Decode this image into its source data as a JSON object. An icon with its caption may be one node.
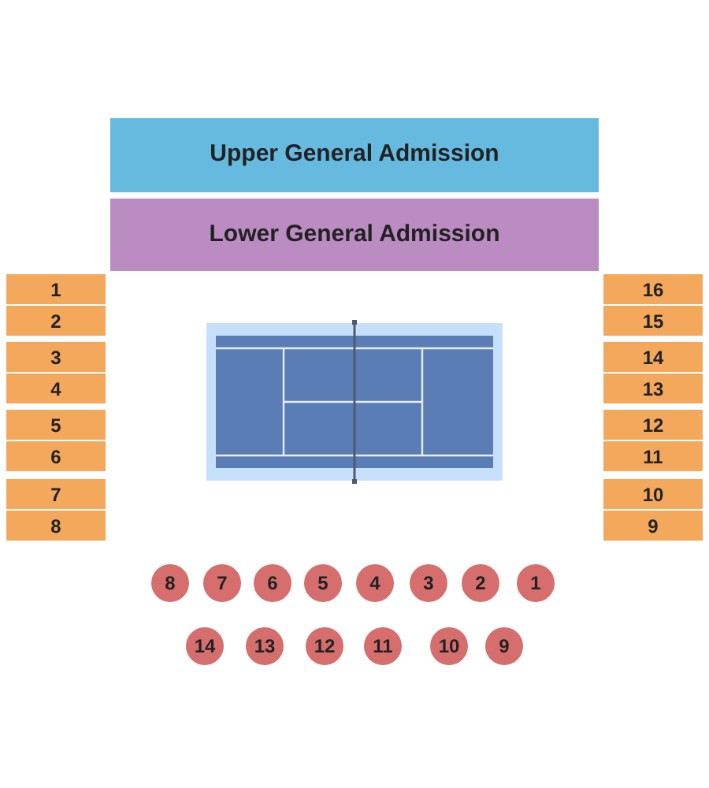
{
  "diagram": {
    "nodes": [
      {
        "text": [
          "Upper General Admission"
        ]
      },
      {
        "text": [
          "Lower General Admission"
        ]
      },
      {
        "text": [
          "1"
        ]
      },
      {
        "text": [
          "2"
        ]
      },
      {
        "text": [
          "3"
        ]
      },
      {
        "text": [
          "4"
        ]
      },
      {
        "text": [
          "5"
        ]
      },
      {
        "text": [
          "6"
        ]
      },
      {
        "text": [
          "7"
        ]
      },
      {
        "text": [
          "8"
        ]
      },
      {
        "text": [
          "16"
        ]
      },
      {
        "text": [
          "15"
        ]
      },
      {
        "text": [
          "14"
        ]
      },
      {
        "text": [
          "13"
        ]
      },
      {
        "text": [
          "12"
        ]
      },
      {
        "text": [
          "11"
        ]
      },
      {
        "text": [
          "10"
        ]
      },
      {
        "text": [
          "9"
        ]
      },
      {
        "text": [
          "8"
        ]
      },
      {
        "text": [
          "7"
        ]
      },
      {
        "text": [
          "6"
        ]
      },
      {
        "text": [
          "5"
        ]
      },
      {
        "text": [
          "4"
        ]
      },
      {
        "text": [
          "3"
        ]
      },
      {
        "text": [
          "2"
        ]
      },
      {
        "text": [
          "1"
        ]
      },
      {
        "text": [
          "14"
        ]
      },
      {
        "text": [
          "13"
        ]
      },
      {
        "text": [
          "12"
        ]
      },
      {
        "text": [
          "11"
        ]
      },
      {
        "text": [
          "10"
        ]
      },
      {
        "text": [
          "9"
        ]
      }
    ]
  }
}
